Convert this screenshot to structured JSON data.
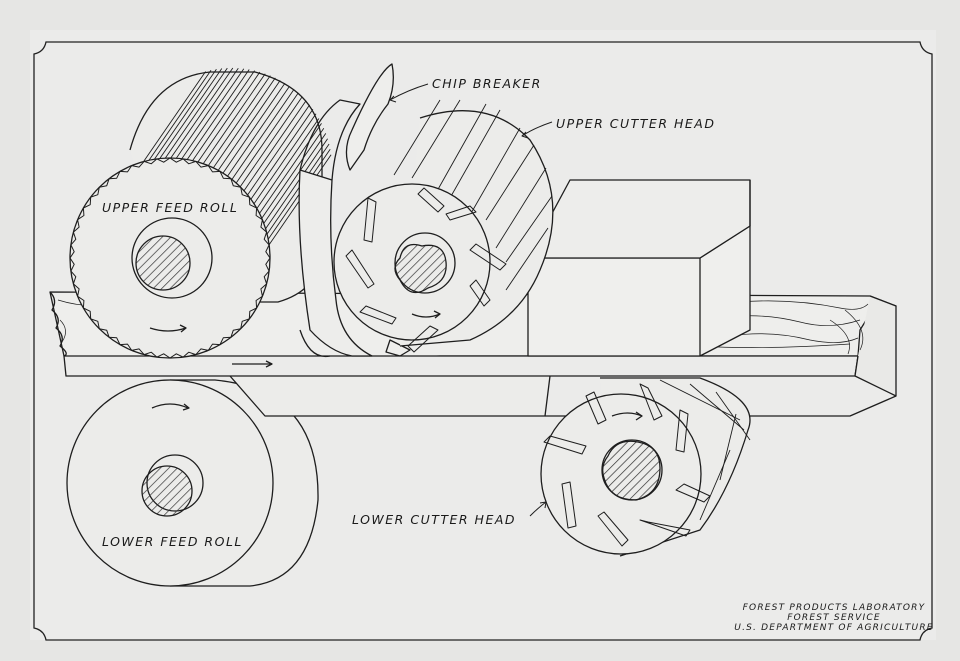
{
  "labels": {
    "chip_breaker": "CHIP BREAKER",
    "upper_cutter_head": "UPPER CUTTER HEAD",
    "upper_feed_roll": "UPPER FEED ROLL",
    "lower_feed_roll": "LOWER FEED ROLL",
    "lower_cutter_head": "LOWER CUTTER HEAD"
  },
  "credit": {
    "line1": "FOREST PRODUCTS LABORATORY",
    "line2": "FOREST SERVICE",
    "line3": "U.S. DEPARTMENT OF AGRICULTURE"
  },
  "colors": {
    "paper": "#e8e8e6",
    "ink": "#1e1e1e",
    "hatch": "#333333"
  }
}
